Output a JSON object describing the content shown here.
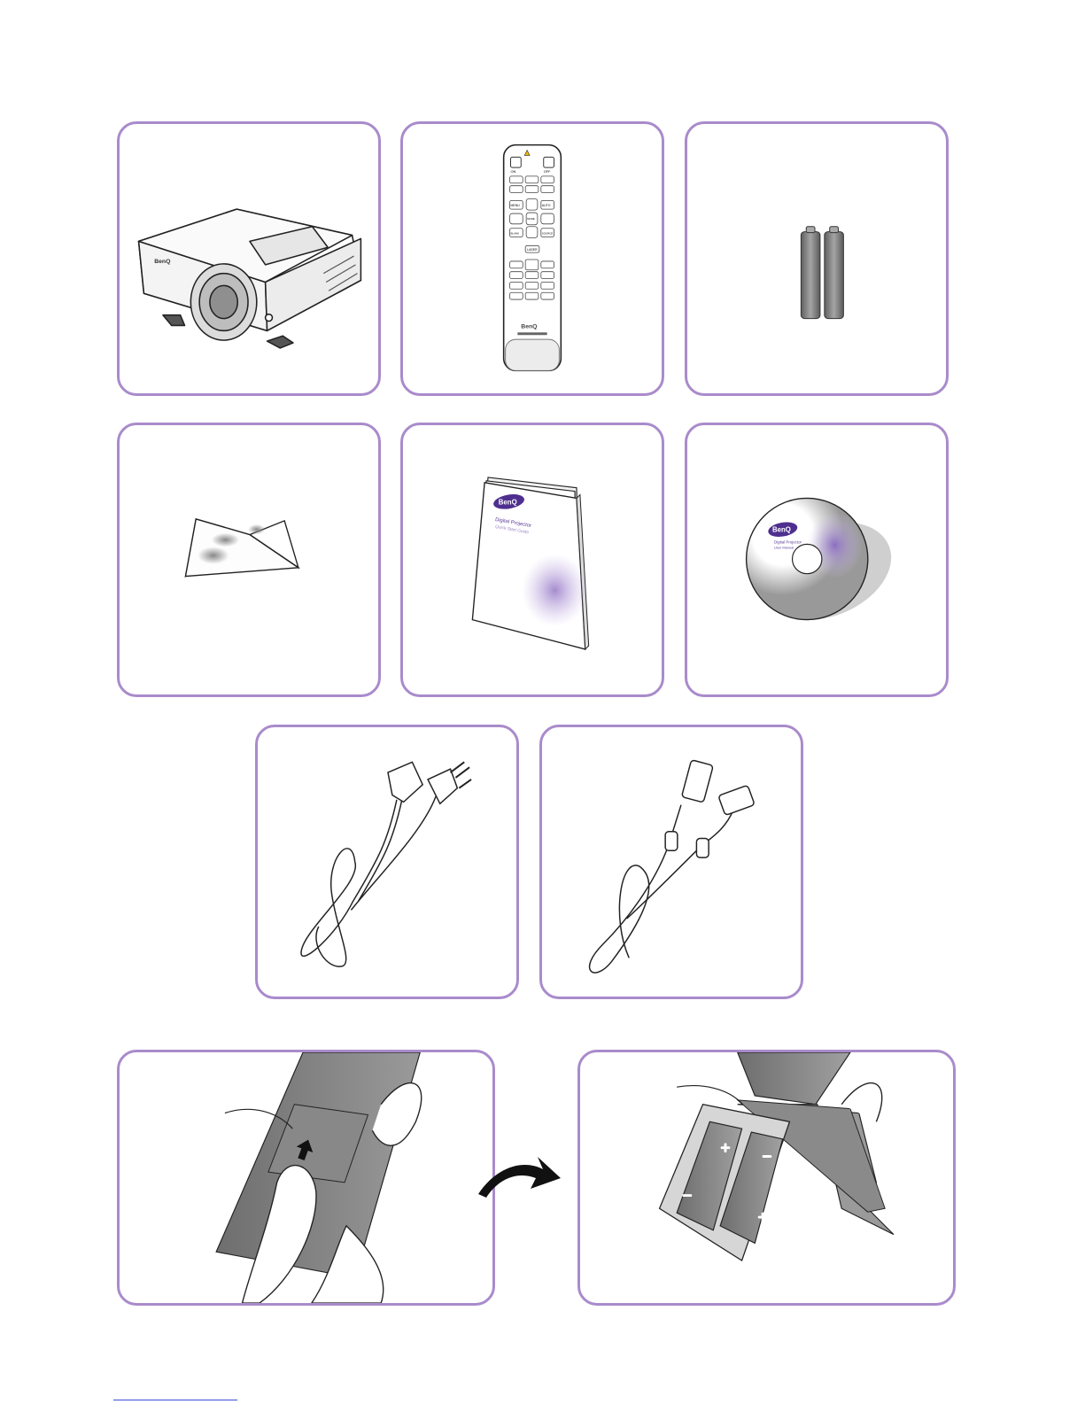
{
  "colors": {
    "frame": "#a98bcb",
    "brand": "#5b3d99",
    "arrow": "#111111"
  },
  "items": {
    "projector": {
      "brand": "BenQ"
    },
    "remote": {
      "on": "ON",
      "off": "OFF",
      "menu": "MENU",
      "auto": "AUTO",
      "mode": "MODE",
      "blank": "BLANK",
      "source": "SOURCE",
      "laser": "LASER",
      "brand": "BenQ"
    },
    "guide": {
      "brand": "BenQ",
      "line1": "Digital Projector",
      "line2": "Quick Start Guide"
    },
    "cd": {
      "brand": "BenQ",
      "line1": "Digital Projector",
      "line2": "User Manual"
    }
  }
}
